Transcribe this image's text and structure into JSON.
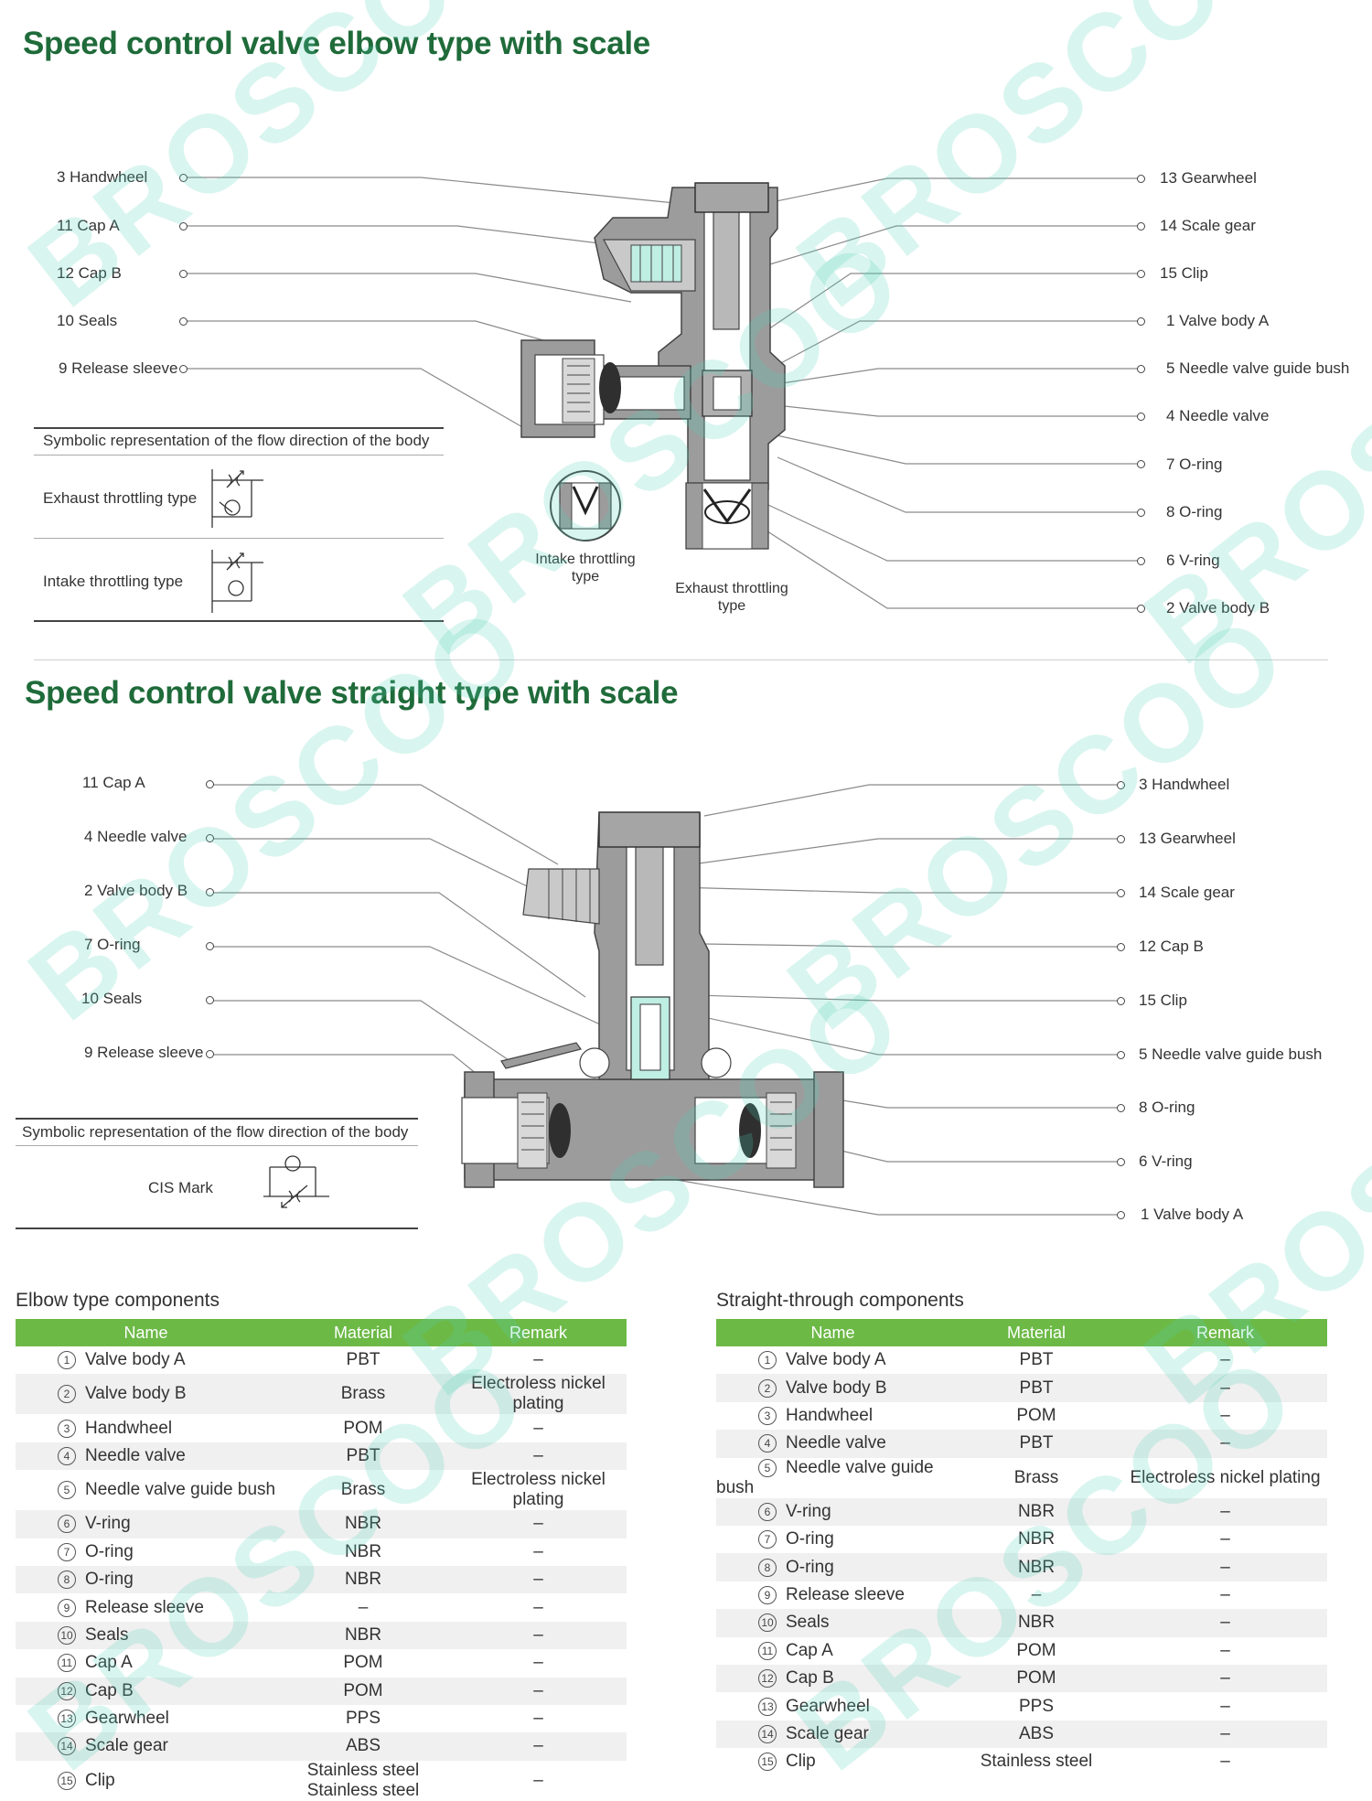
{
  "elbow": {
    "title": "Speed control valve elbow type with scale",
    "left_labels": [
      "3 Handwheel",
      "11 Cap A",
      "12 Cap B",
      "10 Seals",
      "9  Release sleeve"
    ],
    "right_labels": [
      "13 Gearwheel",
      "14 Scale gear",
      "15 Clip",
      "1  Valve body A",
      "5  Needle valve guide bush",
      "4  Needle valve",
      "7  O-ring",
      "8  O-ring",
      "6  V-ring",
      "2  Valve body B"
    ],
    "symbolic_title": "Symbolic representation of the flow direction of the body",
    "exhaust_label": "Exhaust throttling type",
    "intake_label": "Intake throttling type",
    "intake_caption_1": "Intake throttling",
    "intake_caption_2": "type",
    "exhaust_caption_1": "Exhaust throttling",
    "exhaust_caption_2": "type"
  },
  "straight": {
    "title": "Speed control valve straight type with scale",
    "left_labels": [
      "11 Cap A",
      "4  Needle valve",
      "2  Valve body B",
      "7  O-ring",
      "10 Seals",
      "9  Release sleeve"
    ],
    "right_labels": [
      "3  Handwheel",
      "13 Gearwheel",
      "14 Scale gear",
      "12 Cap B",
      "15 Clip",
      "5  Needle valve guide bush",
      "8  O-ring",
      "6  V-ring",
      "1  Valve body A"
    ],
    "symbolic_title": "Symbolic representation of the flow direction of the body",
    "cis_label": "CIS Mark"
  },
  "elbow_table": {
    "title": "Elbow type components",
    "headers": [
      "Name",
      "Material",
      "Remark"
    ],
    "rows": [
      {
        "no": "1",
        "name": "Valve body A",
        "material": "PBT",
        "remark": "–"
      },
      {
        "no": "2",
        "name": "Valve body B",
        "material": "Brass",
        "remark": "Electroless nickel plating"
      },
      {
        "no": "3",
        "name": "Handwheel",
        "material": "POM",
        "remark": "–"
      },
      {
        "no": "4",
        "name": "Needle valve",
        "material": "PBT",
        "remark": "–"
      },
      {
        "no": "5",
        "name": "Needle valve guide bush",
        "material": "Brass",
        "remark": "Electroless nickel plating"
      },
      {
        "no": "6",
        "name": "V-ring",
        "material": "NBR",
        "remark": "–"
      },
      {
        "no": "7",
        "name": "O-ring",
        "material": "NBR",
        "remark": "–"
      },
      {
        "no": "8",
        "name": "O-ring",
        "material": "NBR",
        "remark": "–"
      },
      {
        "no": "9",
        "name": "Release sleeve",
        "material": "–",
        "remark": "–"
      },
      {
        "no": "10",
        "name": "Seals",
        "material": "NBR",
        "remark": "–"
      },
      {
        "no": "11",
        "name": "Cap A",
        "material": "POM",
        "remark": "–"
      },
      {
        "no": "12",
        "name": "Cap B",
        "material": "POM",
        "remark": "–"
      },
      {
        "no": "13",
        "name": "Gearwheel",
        "material": "PPS",
        "remark": "–"
      },
      {
        "no": "14",
        "name": "Scale gear",
        "material": "ABS",
        "remark": "–"
      },
      {
        "no": "15",
        "name": "Clip",
        "material": "Stainless steel Stainless steel",
        "remark": "–"
      }
    ]
  },
  "straight_table": {
    "title": "Straight-through components",
    "headers": [
      "Name",
      "Material",
      "Remark"
    ],
    "rows": [
      {
        "no": "1",
        "name": "Valve body A",
        "material": "PBT",
        "remark": "–"
      },
      {
        "no": "2",
        "name": "Valve body B",
        "material": "PBT",
        "remark": "–"
      },
      {
        "no": "3",
        "name": "Handwheel",
        "material": "POM",
        "remark": "–"
      },
      {
        "no": "4",
        "name": "Needle valve",
        "material": "PBT",
        "remark": "–"
      },
      {
        "no": "5",
        "name": "Needle valve guide bush",
        "material": "Brass",
        "remark": "Electroless nickel plating"
      },
      {
        "no": "6",
        "name": "V-ring",
        "material": "NBR",
        "remark": "–"
      },
      {
        "no": "7",
        "name": "O-ring",
        "material": "NBR",
        "remark": "–"
      },
      {
        "no": "8",
        "name": "O-ring",
        "material": "NBR",
        "remark": "–"
      },
      {
        "no": "9",
        "name": "Release sleeve",
        "material": "–",
        "remark": "–"
      },
      {
        "no": "10",
        "name": "Seals",
        "material": "NBR",
        "remark": "–"
      },
      {
        "no": "11",
        "name": "Cap A",
        "material": "POM",
        "remark": "–"
      },
      {
        "no": "12",
        "name": "Cap B",
        "material": "POM",
        "remark": "–"
      },
      {
        "no": "13",
        "name": "Gearwheel",
        "material": "PPS",
        "remark": "–"
      },
      {
        "no": "14",
        "name": "Scale gear",
        "material": "ABS",
        "remark": "–"
      },
      {
        "no": "15",
        "name": "Clip",
        "material": "Stainless steel",
        "remark": "–"
      }
    ]
  },
  "watermark": "BROSCOO",
  "colors": {
    "title_green": "#1f6b3a",
    "header_green": "#6cb946",
    "row_stripe": "#f0f0f0",
    "part_gray": "#9a9a9a",
    "accent_cyan": "#5fd6c4"
  }
}
